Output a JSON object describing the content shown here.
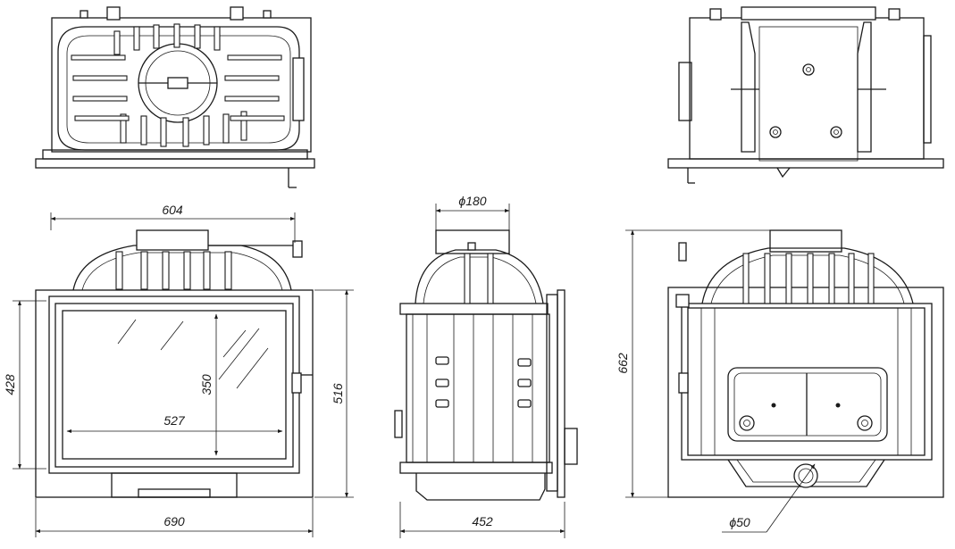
{
  "drawing": {
    "dimensions": {
      "flue_diameter": "ϕ180",
      "top_width": "604",
      "glass_height": "350",
      "glass_width": "527",
      "frame_inner_height": "428",
      "frame_height": "516",
      "frame_width": "690",
      "depth": "452",
      "total_height": "662",
      "air_inlet_diameter": "ϕ50"
    }
  }
}
